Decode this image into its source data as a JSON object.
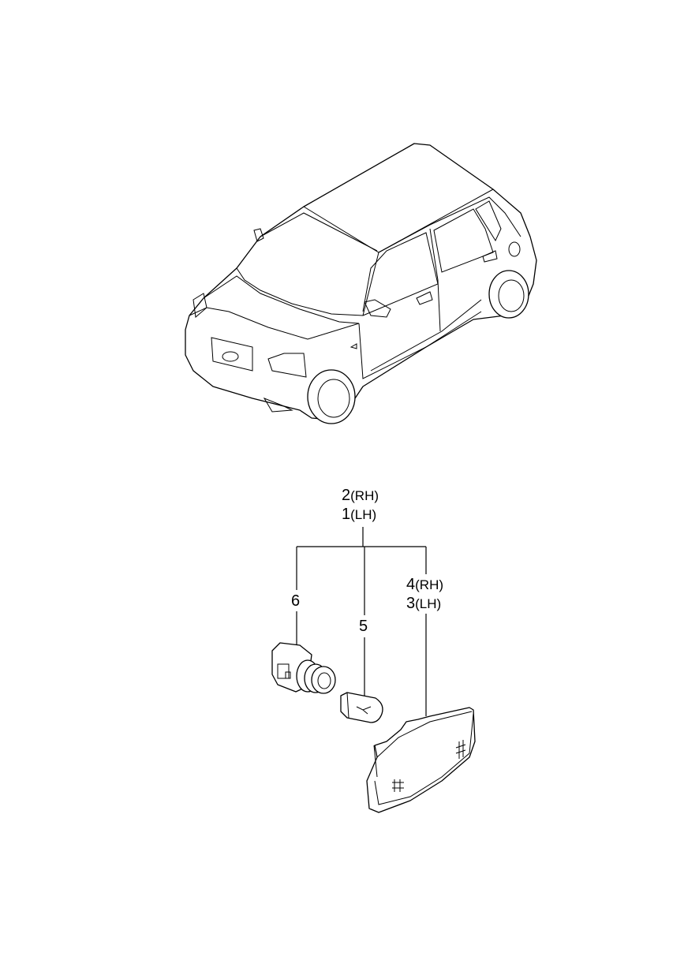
{
  "diagram": {
    "callouts": [
      {
        "id": "callout-2",
        "number": "2",
        "side": "(RH)"
      },
      {
        "id": "callout-1",
        "number": "1",
        "side": "(LH)"
      },
      {
        "id": "callout-6",
        "number": "6"
      },
      {
        "id": "callout-5",
        "number": "5"
      },
      {
        "id": "callout-4",
        "number": "4",
        "side": "(RH)"
      },
      {
        "id": "callout-3",
        "number": "3",
        "side": "(LH)"
      }
    ]
  }
}
